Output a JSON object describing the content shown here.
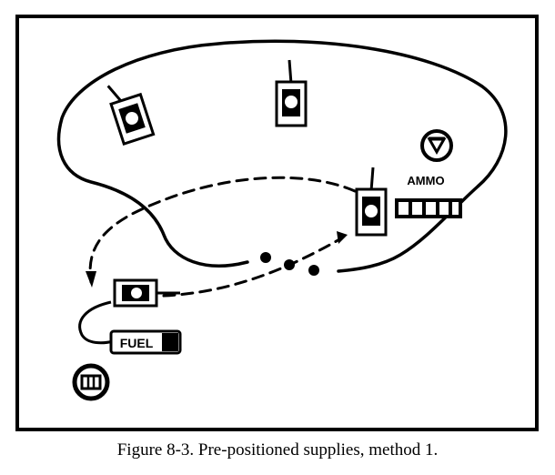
{
  "caption": "Figure 8-3. Pre-positioned supplies, method 1.",
  "labels": {
    "ammo": "AMMO",
    "fuel": "FUEL"
  },
  "colors": {
    "ink": "#000000",
    "paper": "#ffffff"
  },
  "icons": [
    "tank-icon",
    "ammo-truck-icon",
    "fuel-truck-icon",
    "maintenance-symbol-icon",
    "supply-point-symbol-icon"
  ]
}
